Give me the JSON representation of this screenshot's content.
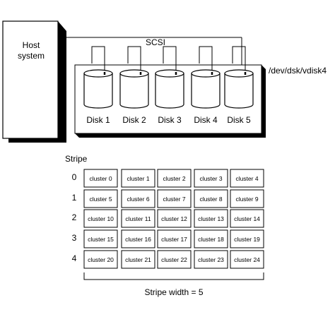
{
  "host": {
    "line1": "Host",
    "line2": "system"
  },
  "bus": {
    "label": "SCSI"
  },
  "volume": {
    "label": "/dev/dsk/vdisk4"
  },
  "disks": [
    "Disk 1",
    "Disk 2",
    "Disk 3",
    "Disk 4",
    "Disk 5"
  ],
  "stripe": {
    "label": "Stripe",
    "row_labels": [
      "0",
      "1",
      "2",
      "3",
      "4"
    ],
    "cells": [
      [
        "cluster 0",
        "cluster 1",
        "cluster 2",
        "cluster 3",
        "cluster 4"
      ],
      [
        "cluster 5",
        "cluster 6",
        "cluster 7",
        "cluster 8",
        "cluster 9"
      ],
      [
        "cluster 10",
        "cluster 11",
        "cluster 12",
        "cluster 13",
        "cluster 14"
      ],
      [
        "cluster 15",
        "cluster 16",
        "cluster 17",
        "cluster 18",
        "cluster 19"
      ],
      [
        "cluster 20",
        "cluster 21",
        "cluster 22",
        "cluster 23",
        "cluster 24"
      ]
    ],
    "width_label": "Stripe width = 5"
  },
  "colors": {
    "line": "#000000",
    "background": "#ffffff",
    "shadow": "#000000"
  }
}
